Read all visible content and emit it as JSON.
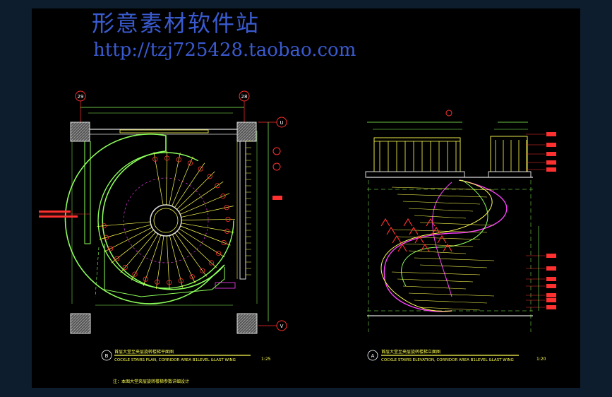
{
  "watermark": {
    "line1": "形意素材软件站",
    "line2": "http://tzj725428.taobao.com"
  },
  "plan": {
    "grid_left": "29",
    "grid_right": "28",
    "grid_top": "U",
    "grid_bottom": "V",
    "marker": "B",
    "title": "首层大堂至夹层旋转楼梯平面图",
    "subtitle": "COCKLE STAIRS PLAN, CORRIDOR AREA B1LEVEL &LAST WING",
    "scale": "1:25",
    "note": "注：本图大堂夹层旋转楼梯参数详细设计"
  },
  "elevation": {
    "marker": "A",
    "title": "首层大堂至夹层旋转楼梯立面图",
    "subtitle": "COCKLE STAIRS ELEVATION, CORRIDOR AREA B1LEVEL &LAST WING",
    "scale": "1:20"
  },
  "colors": {
    "background": "#000000",
    "outline": "#c8c8c8",
    "accent_green": "#8cff5a",
    "accent_yellow": "#ffff50",
    "accent_red": "#ff3030",
    "accent_magenta": "#ff40ff",
    "watermark": "#3a5bd0"
  }
}
